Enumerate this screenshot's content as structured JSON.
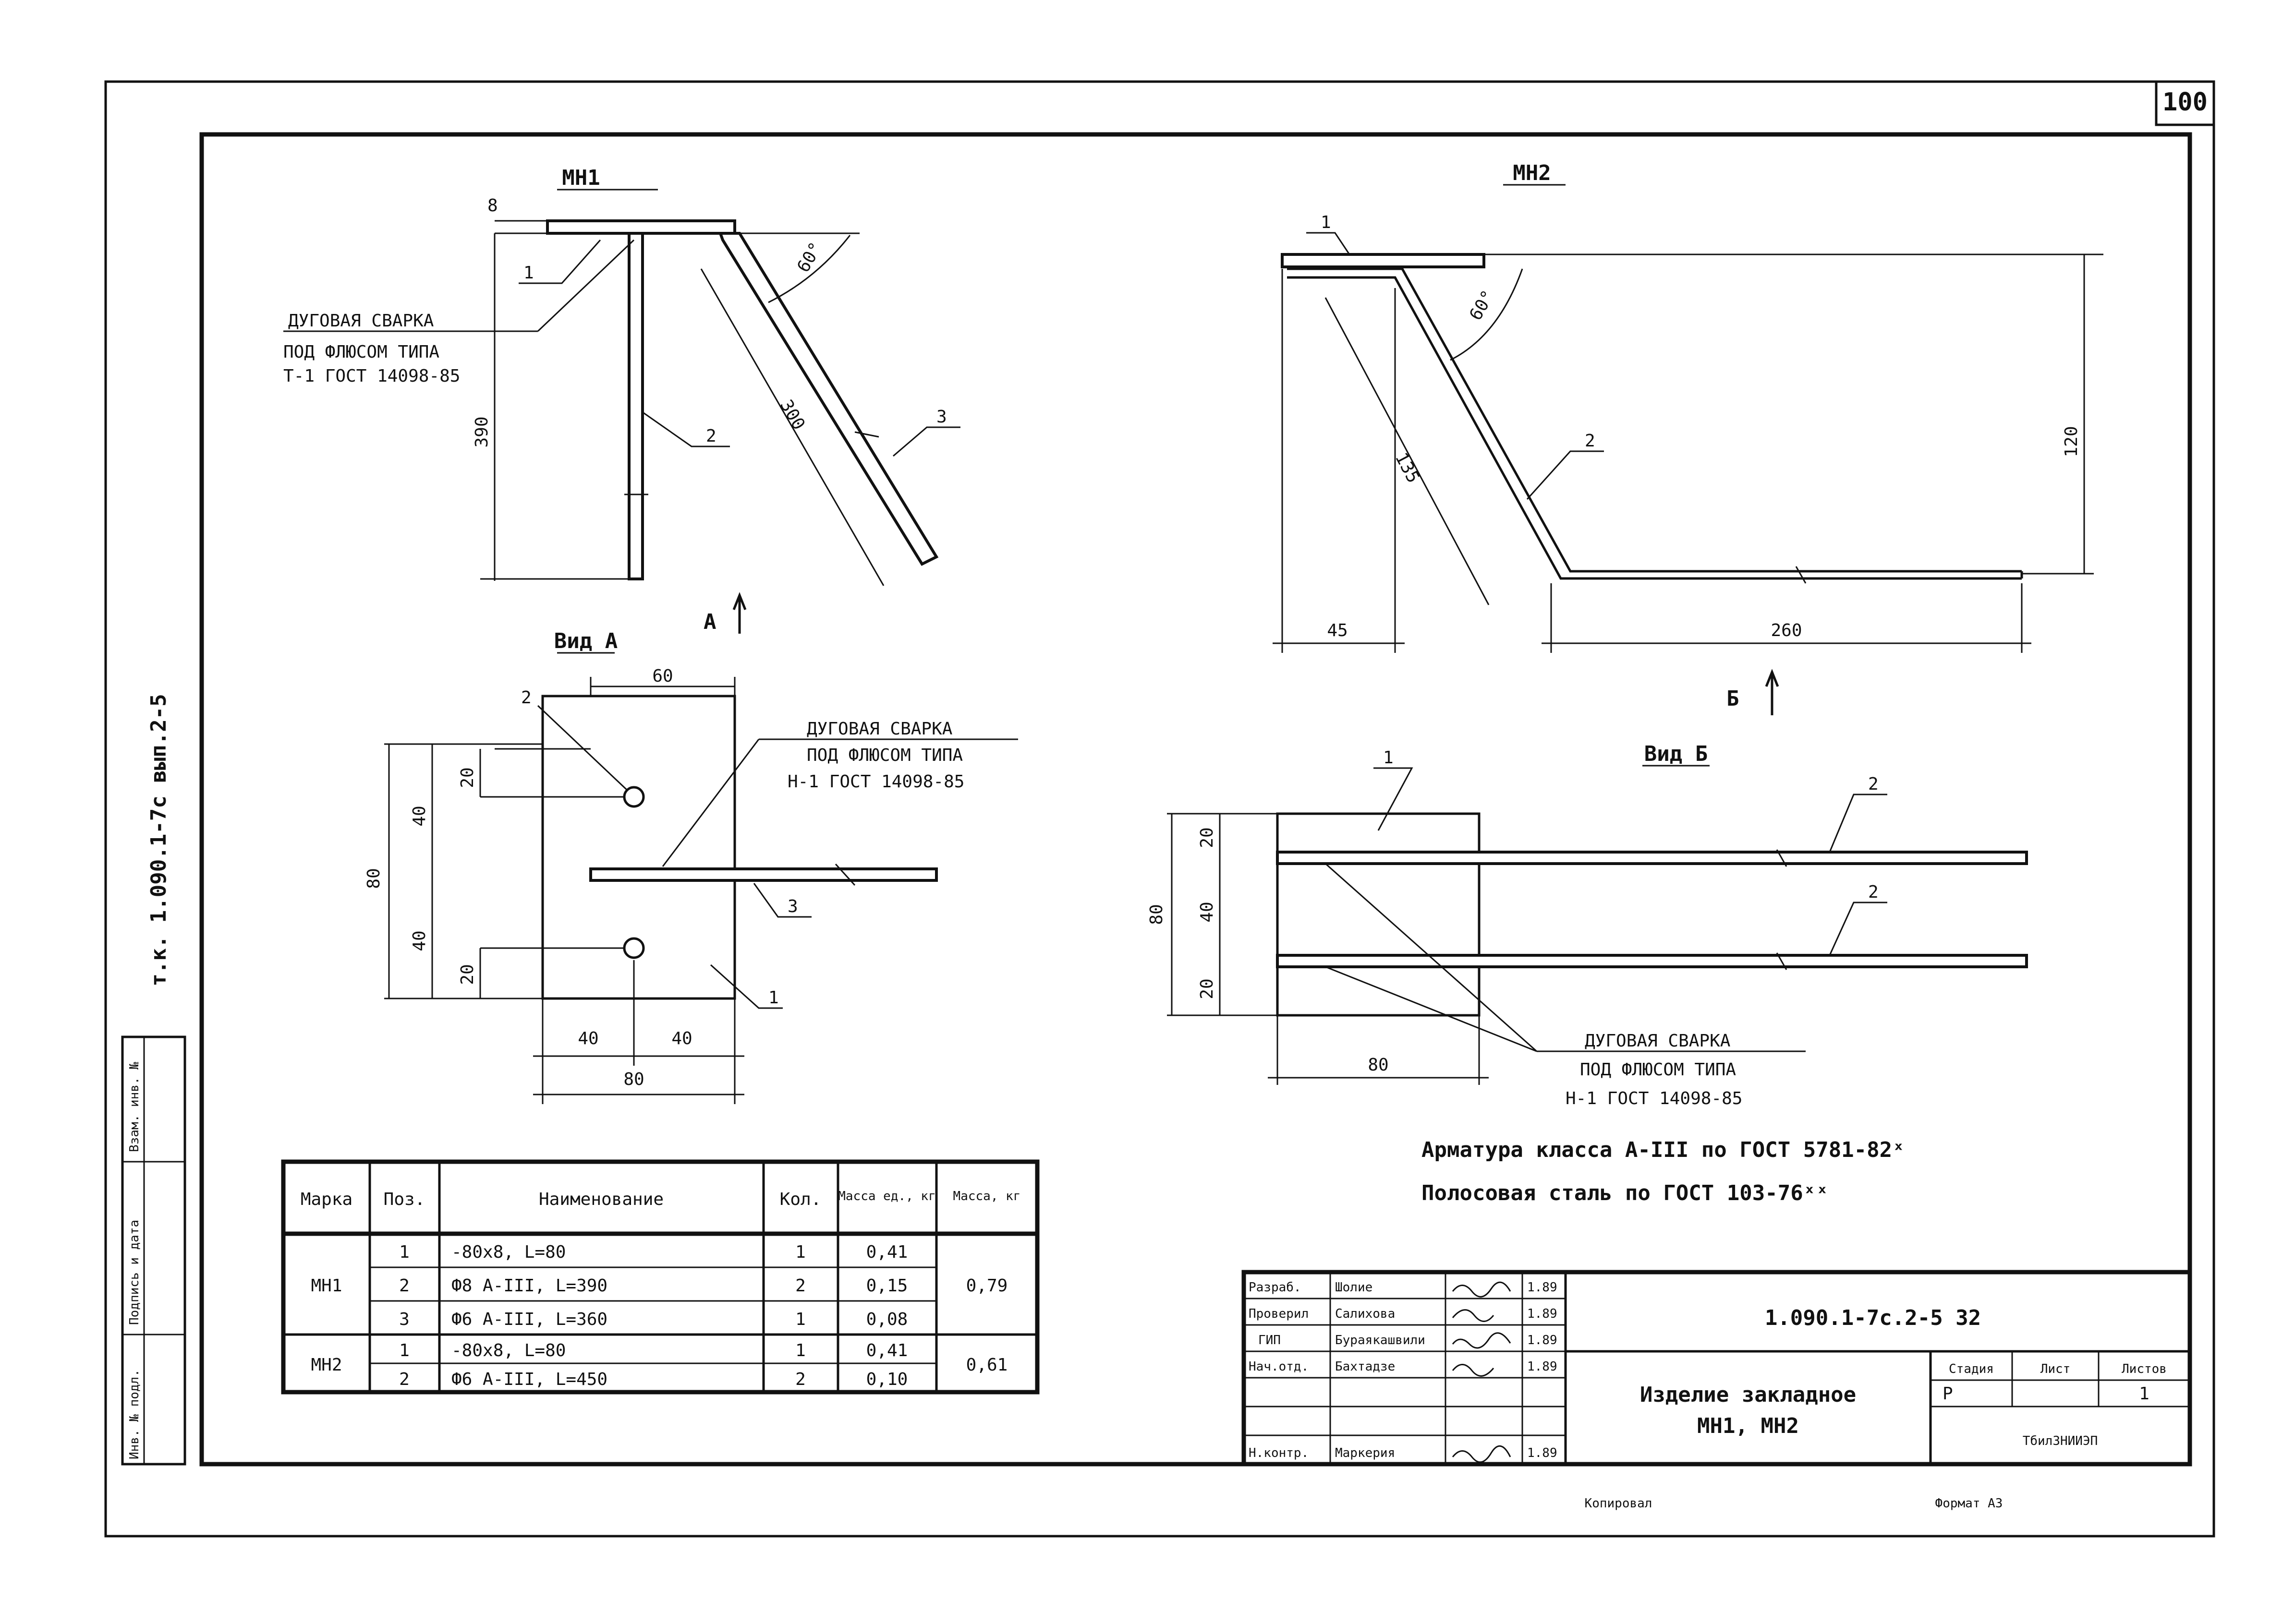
{
  "sheet": {
    "number": "100",
    "side_ref": "т.к. 1.090.1-7с вып.2-5",
    "side_boxes": [
      "Инв. № подл.",
      "Подпись и дата",
      "Взам. инв. №"
    ],
    "copied": "Копировал",
    "format": "Формат А3"
  },
  "view_mn1": {
    "title": "МН1",
    "pos1": "1",
    "pos2": "2",
    "pos3": "3",
    "dim_8": "8",
    "dim_390": "390",
    "dim_300": "300",
    "angle": "60°",
    "weld1": "ДУГОВАЯ СВАРКА",
    "weld2": "ПОД ФЛЮСОМ ТИПА",
    "weld3": "Т-1 ГОСТ 14098-85",
    "arrow": "А"
  },
  "view_a": {
    "title": "Вид А",
    "pos1": "1",
    "pos2": "2",
    "pos3": "3",
    "dim_top": "60",
    "dim_20a": "20",
    "dim_40a": "40",
    "dim_80": "80",
    "dim_40b": "40",
    "dim_20b": "20",
    "dim_40c": "40",
    "dim_40d": "40",
    "dim_80b": "80",
    "weld1": "ДУГОВАЯ СВАРКА",
    "weld2": "ПОД ФЛЮСОМ ТИПА",
    "weld3": "Н-1 ГОСТ 14098-85"
  },
  "view_mn2": {
    "title": "МН2",
    "pos1": "1",
    "pos2": "2",
    "angle": "60°",
    "dim_135": "135",
    "dim_120": "120",
    "dim_45": "45",
    "dim_260": "260",
    "arrow": "Б"
  },
  "view_b": {
    "title": "Вид Б",
    "pos1": "1",
    "pos2a": "2",
    "pos2b": "2",
    "dim_80": "80",
    "dim_20a": "20",
    "dim_40": "40",
    "dim_20b": "20",
    "dim_80b": "80",
    "weld1": "ДУГОВАЯ СВАРКА",
    "weld2": "ПОД ФЛЮСОМ ТИПА",
    "weld3": "Н-1 ГОСТ 14098-85"
  },
  "notes": [
    "Арматура класса А-III по ГОСТ 5781-82ˣ",
    "Полосовая сталь по ГОСТ 103-76ˣˣ"
  ],
  "spec_table": {
    "headers": [
      "Марка",
      "Поз.",
      "Наименование",
      "Кол.",
      "Масса ед., кг",
      "Масса, кг"
    ],
    "groups": [
      {
        "mark": "МН1",
        "total": "0,79",
        "rows": [
          {
            "pos": "1",
            "name": "-80х8,   L=80",
            "qty": "1",
            "unit": "0,41"
          },
          {
            "pos": "2",
            "name": "Ф8 А-III,  L=390",
            "qty": "2",
            "unit": "0,15"
          },
          {
            "pos": "3",
            "name": "Ф6 А-III,  L=360",
            "qty": "1",
            "unit": "0,08"
          }
        ]
      },
      {
        "mark": "МН2",
        "total": "0,61",
        "rows": [
          {
            "pos": "1",
            "name": "-80х8,   L=80",
            "qty": "1",
            "unit": "0,41"
          },
          {
            "pos": "2",
            "name": "Ф6 А-III,  L=450",
            "qty": "2",
            "unit": "0,10"
          }
        ]
      }
    ]
  },
  "title_block": {
    "doc_code": "1.090.1-7с.2-5  32",
    "product_line1": "Изделие закладное",
    "product_line2": "МН1, МН2",
    "stage_label": "Стадия",
    "sheet_label": "Лист",
    "sheets_label": "Листов",
    "stage": "Р",
    "sheets_total": "1",
    "org": "ТбилЗНИИЭП",
    "roles": [
      "Разраб.",
      "Проверил",
      "ГИП",
      "Нач.отд.",
      "",
      "",
      "Н.контр."
    ],
    "names": [
      "Шолие",
      "Салихова",
      "Бураякашвили",
      "Бахтадзе",
      "",
      "",
      "Маркерия"
    ],
    "dates": [
      "1.89",
      "1.89",
      "1.89",
      "1.89",
      "",
      "",
      "1.89"
    ]
  }
}
